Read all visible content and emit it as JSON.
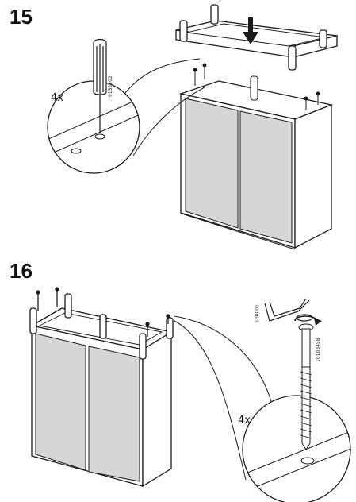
{
  "steps": [
    {
      "number": "15",
      "quantity": "4x",
      "part_code": "9132202"
    },
    {
      "number": "16",
      "quantity": "4x",
      "part_codes": [
        "100001",
        "10103458"
      ]
    }
  ],
  "colors": {
    "panel_fill": "#d6d6d6",
    "line": "#1a1a1a",
    "background": "#ffffff"
  },
  "icons": [
    "arrow-down-icon",
    "dowel-icon",
    "allen-key-icon",
    "screw-icon",
    "rotate-arrow-icon"
  ]
}
